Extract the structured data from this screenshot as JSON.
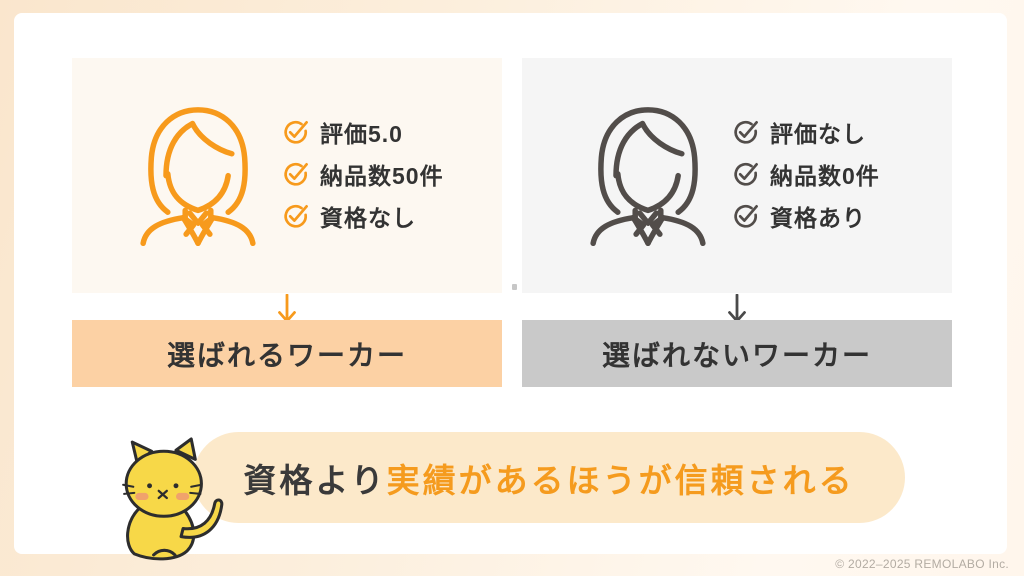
{
  "frame": {
    "bg_gradient": [
      "#FAE6CD",
      "#FFF8F0"
    ],
    "canvas_bg": "#FFFFFF"
  },
  "panels": [
    {
      "title_label": "選ばれるワーカー",
      "items": [
        "評価5.0",
        "納品数50件",
        "資格なし"
      ],
      "accent_color": "#F79A1C",
      "panel_bg": "#FDF8F1",
      "label_bg": "#FCD1A4",
      "icon": "businesswoman-icon"
    },
    {
      "title_label": "選ばれないワーカー",
      "items": [
        "評価なし",
        "納品数0件",
        "資格あり"
      ],
      "accent_color": "#524D4A",
      "panel_bg": "#F5F5F5",
      "label_bg": "#C9C9C9",
      "icon": "businesswoman-icon"
    }
  ],
  "conclusion": {
    "prefix": "資格より",
    "highlight": "実績があるほうが信頼される",
    "bg": "#FCE9CA",
    "prefix_color": "#3A3A3A",
    "highlight_color": "#F59B1E"
  },
  "mascot": {
    "type": "cat",
    "body_color": "#F7D848",
    "outline_color": "#2D2D2D",
    "blush_color": "#F0A26C"
  },
  "footer": {
    "copyright": "© 2022–2025 REMOLABO Inc."
  }
}
